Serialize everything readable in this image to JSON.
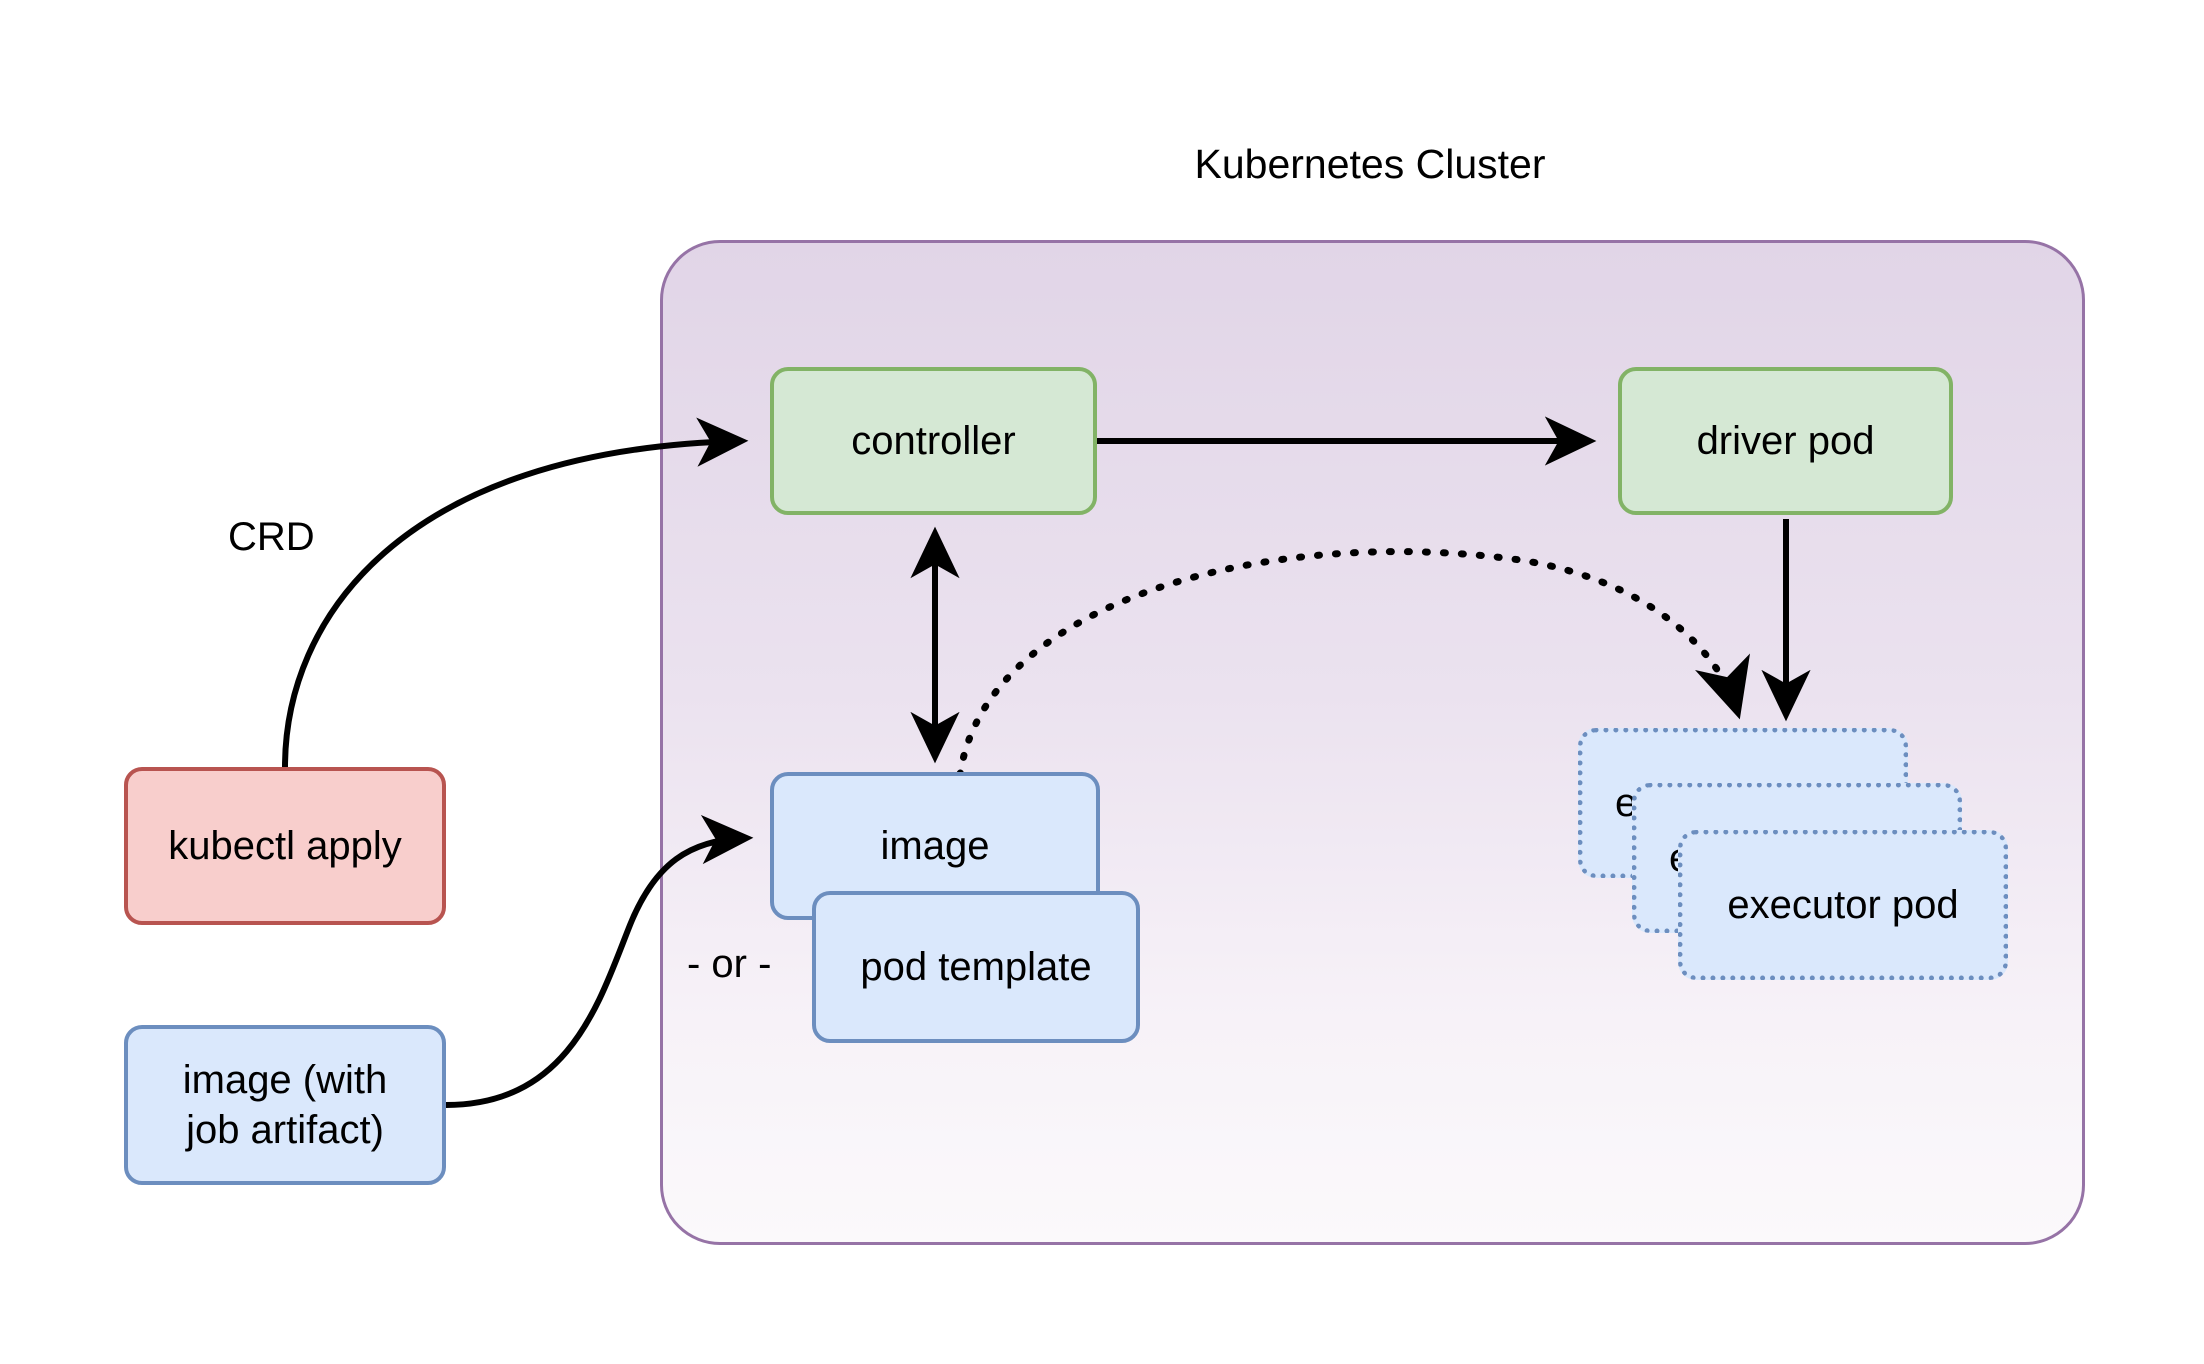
{
  "diagram": {
    "type": "architecture-flow",
    "title": "Kubernetes Cluster",
    "background": "#ffffff"
  },
  "cluster": {
    "title": "Kubernetes Cluster",
    "fill_top": "#e1d5e7",
    "fill_bottom": "#fbf9fb",
    "border_color": "#9673a6"
  },
  "nodes": {
    "controller": {
      "label": "controller",
      "fill": "#d5e8d4",
      "border": "#82b366"
    },
    "driver_pod": {
      "label": "driver pod",
      "fill": "#d5e8d4",
      "border": "#82b366"
    },
    "image": {
      "label": "image",
      "fill": "#dae8fc",
      "border": "#6c8ebf"
    },
    "pod_template": {
      "label": "pod template",
      "fill": "#dae8fc",
      "border": "#6c8ebf"
    },
    "executor_back": {
      "label": "executor pod",
      "fill": "#dae8fc",
      "border": "#6c8ebf",
      "style": "dotted"
    },
    "executor_mid": {
      "label": "executor pod",
      "fill": "#dae8fc",
      "border": "#6c8ebf",
      "style": "dotted"
    },
    "executor_front": {
      "label": "executor pod",
      "fill": "#dae8fc",
      "border": "#6c8ebf",
      "style": "dotted"
    },
    "kubectl_apply": {
      "label": "kubectl apply",
      "fill": "#f8cecc",
      "border": "#b85450"
    },
    "image_artifact": {
      "label_line1": "image (with",
      "label_line2": "job artifact)",
      "fill": "#dae8fc",
      "border": "#6c8ebf"
    }
  },
  "edges": {
    "crd_label": "CRD",
    "or_label": "- or -",
    "list": [
      {
        "from": "kubectl apply",
        "to": "controller",
        "label": "CRD",
        "style": "solid",
        "arrow": "end"
      },
      {
        "from": "controller",
        "to": "driver pod",
        "label": "",
        "style": "solid",
        "arrow": "end"
      },
      {
        "from": "controller",
        "to": "image",
        "label": "",
        "style": "solid",
        "arrow": "both"
      },
      {
        "from": "image",
        "to": "executor pod",
        "label": "",
        "style": "dotted",
        "arrow": "end"
      },
      {
        "from": "driver pod",
        "to": "executor pod",
        "label": "",
        "style": "solid",
        "arrow": "end"
      },
      {
        "from": "image (with job artifact)",
        "to": "image",
        "label": "- or -",
        "style": "solid",
        "arrow": "end"
      }
    ]
  }
}
